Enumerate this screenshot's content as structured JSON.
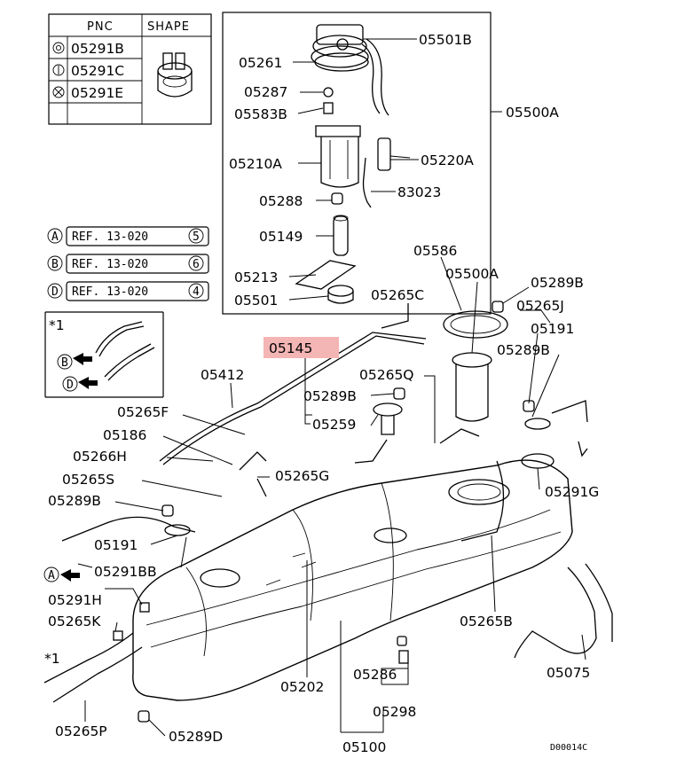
{
  "legend_table": {
    "header_pnc": "PNC",
    "header_shape": "SHAPE",
    "rows": [
      {
        "symbol": "circle-dot",
        "pnc": "05291B"
      },
      {
        "symbol": "circle-bar",
        "pnc": "05291C"
      },
      {
        "symbol": "circle-x",
        "pnc": "05291E"
      }
    ]
  },
  "references": [
    {
      "key": "A",
      "text": "REF. 13-020",
      "num": "5"
    },
    {
      "key": "B",
      "text": "REF. 13-020",
      "num": "6"
    },
    {
      "key": "D",
      "text": "REF. 13-020",
      "num": "4"
    }
  ],
  "note_box": {
    "marker": "*1",
    "arrow_b": "B",
    "arrow_d": "D"
  },
  "pump_group": {
    "labels": [
      "05501B",
      "05261",
      "05287",
      "05583B",
      "05210A",
      "05220A",
      "83023",
      "05288",
      "05149",
      "05213",
      "05501"
    ],
    "assembly_label": "05500A"
  },
  "callouts": {
    "c05586": "05586",
    "c05500A": "05500A",
    "c05289B_a": "05289B",
    "c05265J": "05265J",
    "c05191_a": "05191",
    "c05289B_b": "05289B",
    "c05265C": "05265C",
    "c05145": "05145",
    "c05265Q": "05265Q",
    "c05289B_c": "05289B",
    "c05259": "05259",
    "c05412": "05412",
    "c05265F": "05265F",
    "c05186": "05186",
    "c05266H": "05266H",
    "c05265S": "05265S",
    "c05265G": "05265G",
    "c05289B_d": "05289B",
    "c05291G": "05291G",
    "c05191_b": "05191",
    "c05291BB": "05291BB",
    "c05291H": "05291H",
    "c05265K": "05265K",
    "c05265P": "05265P",
    "c05289D": "05289D",
    "c05202": "05202",
    "c05286": "05286",
    "c05298": "05298",
    "c05100": "05100",
    "c05265B": "05265B",
    "c05075": "05075",
    "star1": "*1",
    "ref_a": "A"
  },
  "highlight_color": "#f4b5b5",
  "drawing_code": "D00014C"
}
